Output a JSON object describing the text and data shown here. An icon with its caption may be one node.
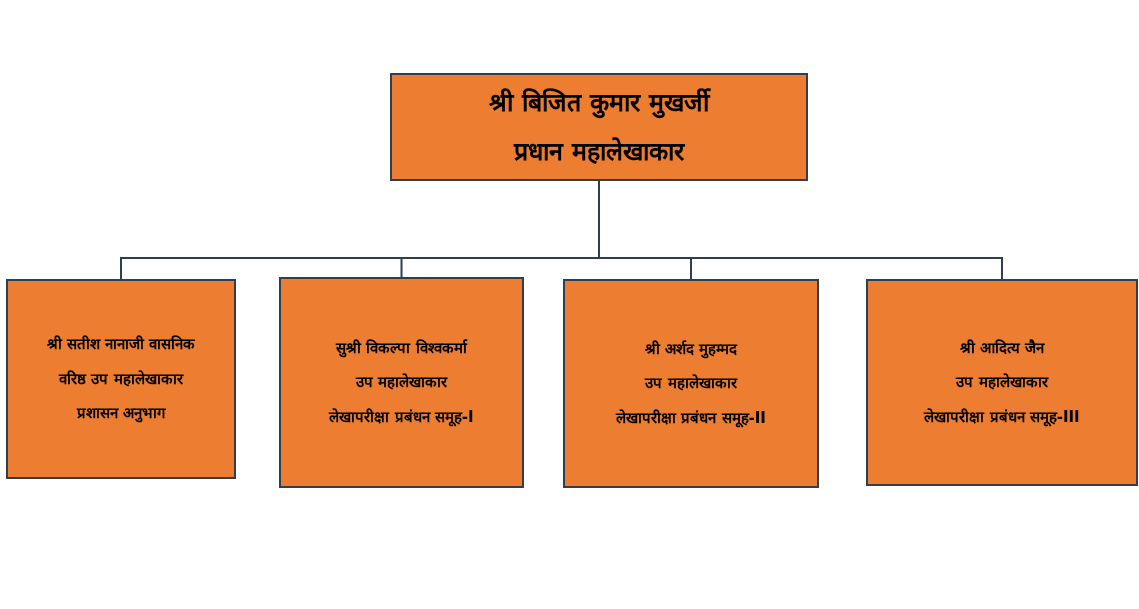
{
  "diagram": {
    "nodes": [
      {
        "text": [
          "श्री बिजित कुमार मुखर्जी",
          "प्रधान महालेखाकार"
        ]
      },
      {
        "text": [
          "श्री सतीश नानाजी वासनिक",
          "वरिष्ठ उप महालेखाकार",
          "प्रशासन अनुभाग"
        ]
      },
      {
        "text": [
          "सुश्री विकल्पा विश्वकर्मा",
          "उप महालेखाकार",
          "लेखापरीक्षा प्रबंधन समूह-I"
        ]
      },
      {
        "text": [
          "श्री अर्शद मुहम्मद",
          "उप महालेखाकार",
          "लेखापरीक्षा प्रबंधन समूह-II"
        ]
      },
      {
        "text": [
          "श्री आदित्य जैन",
          "उप महालेखाकार",
          "लेखापरीक्षा प्रबंधन समूह-III"
        ]
      }
    ],
    "edges": [
      {
        "from": 0,
        "to": 1,
        "arrow": "none"
      },
      {
        "from": 0,
        "to": 2,
        "arrow": "none"
      },
      {
        "from": 0,
        "to": 3,
        "arrow": "none"
      },
      {
        "from": 0,
        "to": 4,
        "arrow": "none"
      }
    ]
  }
}
